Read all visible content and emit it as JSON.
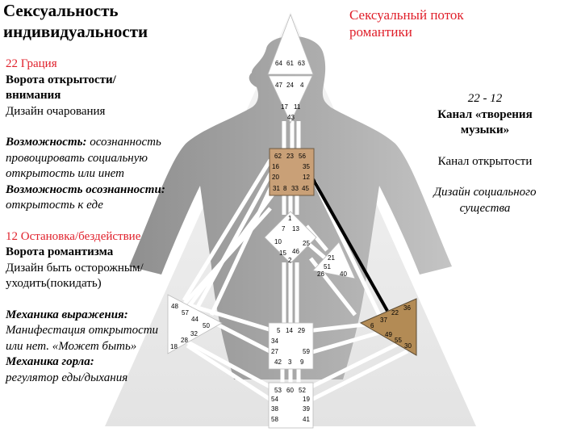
{
  "title": [
    "Сексуальность",
    "индивидуальности"
  ],
  "stream_label": [
    "Сексуальный поток",
    "романтики"
  ],
  "left_text": {
    "gate22_title": "22 Грация",
    "gate22_gate_line1": "Ворота открытости/",
    "gate22_gate_line2": "внимания",
    "gate22_design": "Дизайн очарования",
    "possibility_label": "Возможность:",
    "possibility_text": " осознанность",
    "possibility_line2": "провоцировать социальную",
    "possibility_line3": "открытость или инет",
    "awareness_label": "Возможность осознанности:",
    "awareness_text": "открытость к еде",
    "gate12_title": "12 Остановка/бездействие",
    "gate12_gate": "Ворота романтизма",
    "gate12_design_line1": "Дизайн быть осторожным/",
    "gate12_design_line2": "уходить(покидать)",
    "mechanics_expr_label": "Механика выражения:",
    "mechanics_expr_line1": "Манифестация открытости",
    "mechanics_expr_line2": "или нет. «Может быть»",
    "mechanics_throat_label": "Механика горла:",
    "mechanics_throat_text": "регулятор еды/дыхания"
  },
  "right_text": {
    "channel": "22 - 12",
    "channel_name_line1": "Канал «творения",
    "channel_name_line2": "музыки»",
    "channel_type": "Канал открытости",
    "design_line1": "Дизайн социального",
    "design_line2": "существа"
  },
  "centers": {
    "head": {
      "gates": [
        "64",
        "61",
        "63"
      ]
    },
    "ajna": {
      "gates": [
        "47",
        "24",
        "4",
        "17",
        "11",
        "43"
      ]
    },
    "throat": {
      "gates": [
        "62",
        "23",
        "56",
        "16",
        "35",
        "20",
        "12",
        "31",
        "8",
        "33",
        "45"
      ]
    },
    "g": {
      "gates": [
        "1",
        "7",
        "13",
        "10",
        "15",
        "46",
        "2",
        "25"
      ]
    },
    "ego": {
      "gates": [
        "21",
        "51",
        "26",
        "40"
      ]
    },
    "spleen": {
      "gates": [
        "48",
        "57",
        "44",
        "50",
        "32",
        "28",
        "18"
      ]
    },
    "solar": {
      "gates": [
        "36",
        "22",
        "37",
        "6",
        "49",
        "55",
        "30"
      ]
    },
    "sacral": {
      "gates": [
        "5",
        "14",
        "29",
        "34",
        "27",
        "59",
        "42",
        "3",
        "9"
      ]
    },
    "root": {
      "gates": [
        "53",
        "60",
        "52",
        "54",
        "19",
        "38",
        "39",
        "58",
        "41"
      ]
    }
  },
  "colors": {
    "text_red": "#e0202b",
    "throat_fill": "#c9a077",
    "solar_fill": "#b38b55",
    "channel_active": "#000000",
    "figure_gray": "#9c9c9c",
    "background_triangle": "#e9e9e9"
  }
}
